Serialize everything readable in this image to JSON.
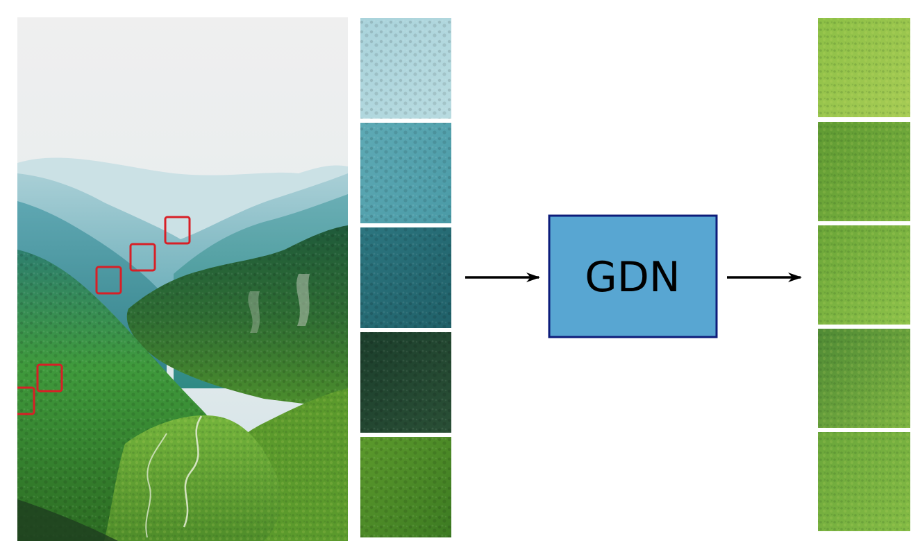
{
  "diagram": {
    "block_label": "GDN",
    "block_fill": "#58a6d2",
    "block_border": "#0d1c7a",
    "highlight_color": "#d81f26",
    "arrow_color": "#000000"
  },
  "input_image": {
    "description_icon": "mountain-valley-photo",
    "num_highlight_boxes": 5
  },
  "input_patches": [
    {
      "tone": "hazy-sky"
    },
    {
      "tone": "distant-ridge"
    },
    {
      "tone": "forest-slope"
    },
    {
      "tone": "dark-forest"
    },
    {
      "tone": "green-foliage"
    }
  ],
  "output_patches": [
    {
      "tone": "grass-1"
    },
    {
      "tone": "grass-2"
    },
    {
      "tone": "grass-3"
    },
    {
      "tone": "grass-4"
    },
    {
      "tone": "grass-5"
    }
  ]
}
